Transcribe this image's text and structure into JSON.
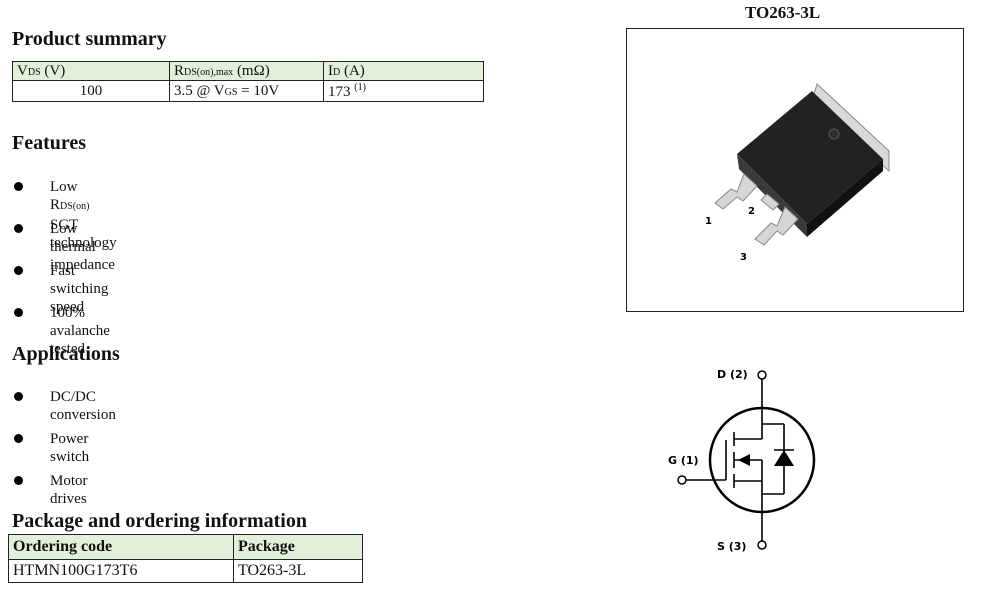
{
  "product_summary": {
    "title": "Product summary",
    "headers": {
      "vds_main": "V",
      "vds_sub": "DS",
      "vds_unit": " (V)",
      "rds_main": "R",
      "rds_sub": "DS(on),max",
      "rds_unit": " (mΩ)",
      "id_main": "I",
      "id_sub": "D",
      "id_unit": " (A)"
    },
    "values": {
      "vds": "100",
      "rds_pre": "3.5 @ V",
      "rds_sub": "GS",
      "rds_post": " = 10V",
      "id": "173 ",
      "id_note": "(1)"
    }
  },
  "features": {
    "title": "Features",
    "item1_pre": "Low R",
    "item1_sub": "DS(on)",
    "item1_post": " SGT technology",
    "item2": "Low thermal impedance",
    "item3": "Fast switching speed",
    "item4": "100% avalanche tested"
  },
  "applications": {
    "title": "Applications",
    "items": [
      "DC/DC conversion",
      "Power switch",
      "Motor drives"
    ]
  },
  "ordering": {
    "title": "Package and ordering information",
    "col_code": "Ordering code",
    "col_package": "Package",
    "code": "HTMN100G173T6",
    "package": "TO263-3L"
  },
  "package_view": {
    "title": "TO263-3L",
    "pin1": "1",
    "pin2": "2",
    "pin3": "3"
  },
  "schematic": {
    "drain": "D (2)",
    "gate": "G (1)",
    "source": "S (3)"
  }
}
